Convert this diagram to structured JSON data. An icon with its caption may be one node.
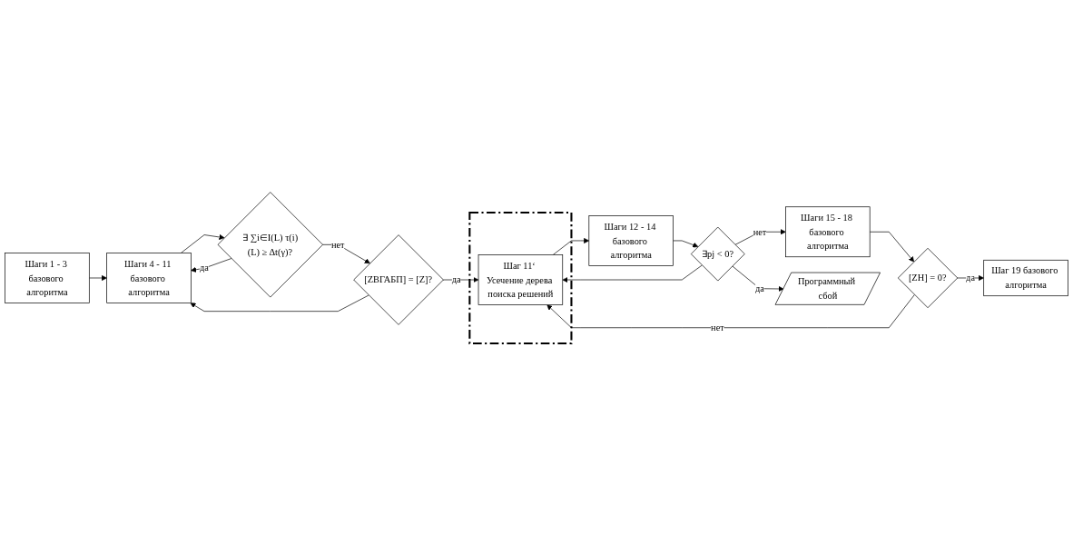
{
  "diagram": {
    "nodes": [
      {
        "text": [
          "Шаги 1 - 3 базового алгоритма"
        ]
      },
      {
        "text": [
          "Шаги 4 - 11 базового алгоритма"
        ]
      },
      {
        "text": [
          "Шаги 12 - 14 базового алгоритма"
        ]
      },
      {
        "text": [
          "Шаги 15 - 18 базового алгоритма"
        ]
      },
      {
        "text": [
          "∃ ∑i∈I(L) τ(i)(L) ≥ Δt(γ)?"
        ]
      },
      {
        "text": [
          "∃pj < 0?"
        ]
      },
      {
        "text": [
          "[ZН] = 0?"
        ]
      },
      {
        "text": [
          "[ZВГАБП] = [Z]?"
        ]
      },
      {
        "text": [
          "Программный сбой"
        ]
      },
      {
        "text": [
          "Шаг 19 базового алгоритма"
        ]
      },
      {
        "text": [],
        "shape": "box"
      },
      {
        "text": [
          "Шаг 11‘ Усечение дерева поиска решений"
        ],
        "in": 10
      }
    ],
    "edges": [
      {
        "from": 0,
        "to": 1,
        "arrow": "to"
      },
      {
        "from": 1,
        "to": 4,
        "arrow": "to"
      },
      {
        "from": 4,
        "to": 1,
        "arrow": "to",
        "label": "да"
      },
      {
        "from": 4,
        "to": 7,
        "arrow": "to",
        "label": "нет"
      },
      {
        "from": 7,
        "to": 1,
        "arrow": "to"
      },
      {
        "from": 7,
        "to": 11,
        "arrow": "to",
        "label": "да"
      },
      {
        "from": 11,
        "to": 2,
        "arrow": "to"
      },
      {
        "from": 2,
        "to": 5,
        "arrow": "to"
      },
      {
        "from": 5,
        "to": 3,
        "arrow": "to",
        "label": "нет"
      },
      {
        "from": 5,
        "to": 8,
        "arrow": "to",
        "label": "да"
      },
      {
        "from": 5,
        "to": 11,
        "arrow": "to"
      },
      {
        "from": 3,
        "to": 6,
        "arrow": "to"
      },
      {
        "from": 6,
        "to": 9,
        "arrow": "to",
        "label": "да"
      },
      {
        "from": 6,
        "to": 11,
        "arrow": "to",
        "label": "нет"
      }
    ]
  }
}
